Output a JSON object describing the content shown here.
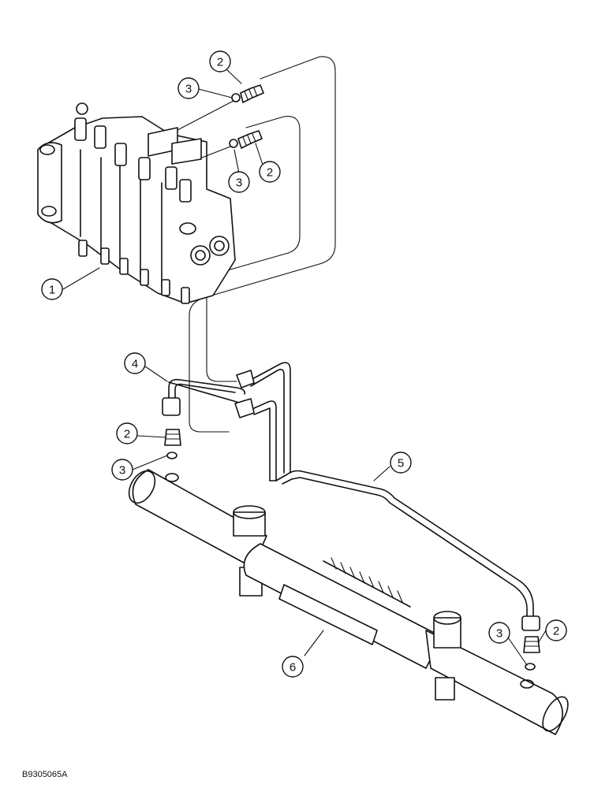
{
  "figure_id": "B9305065A",
  "callouts": [
    {
      "key": "c1",
      "label": "1"
    },
    {
      "key": "c2a",
      "label": "2"
    },
    {
      "key": "c3a",
      "label": "3"
    },
    {
      "key": "c2b",
      "label": "2"
    },
    {
      "key": "c3b",
      "label": "3"
    },
    {
      "key": "c4",
      "label": "4"
    },
    {
      "key": "c2c",
      "label": "2"
    },
    {
      "key": "c3c",
      "label": "3"
    },
    {
      "key": "c5",
      "label": "5"
    },
    {
      "key": "c3d",
      "label": "3"
    },
    {
      "key": "c2d",
      "label": "2"
    },
    {
      "key": "c6",
      "label": "6"
    }
  ]
}
